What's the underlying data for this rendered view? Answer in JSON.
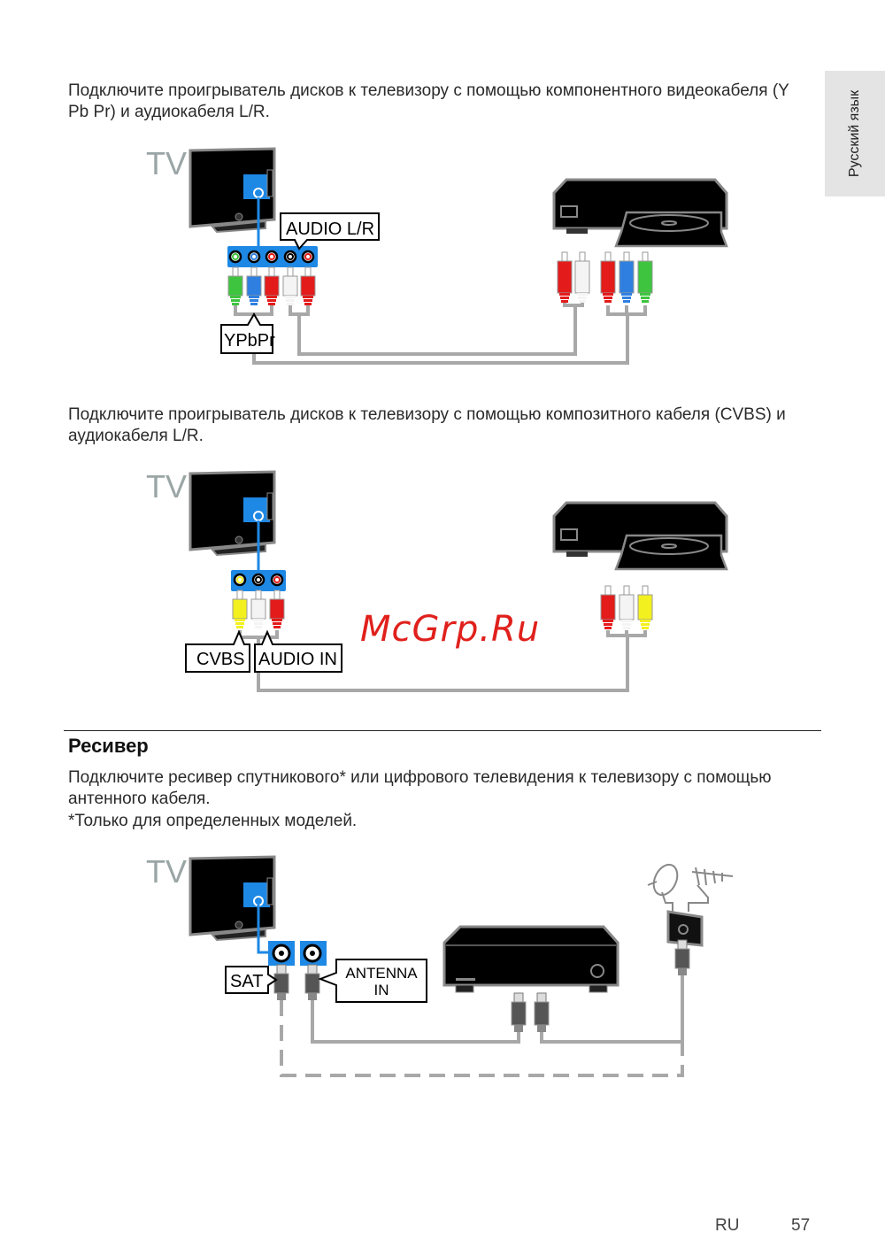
{
  "side_tab": {
    "label": "Русский язык"
  },
  "section1": {
    "text": "Подключите проигрыватель дисков к телевизору с помощью компонентного видеокабеля (Y Pb Pr) и аудиокабеля L/R.",
    "diagram": {
      "tv_label": "TV",
      "audio_label": "AUDIO L/R",
      "video_label": "YPbPr"
    }
  },
  "section2": {
    "text": "Подключите проигрыватель дисков к телевизору с помощью композитного кабеля (CVBS) и аудиокабеля L/R.",
    "diagram": {
      "tv_label": "TV",
      "video_label": "CVBS",
      "audio_label": "AUDIO IN"
    }
  },
  "watermark": "McGrp.Ru",
  "receiver": {
    "title": "Ресивер",
    "text": "Подключите ресивер спутникового* или цифрового телевидения к телевизору с помощью антенного кабеля.",
    "note": "*Только для определенных моделей.",
    "diagram": {
      "tv_label": "TV",
      "sat_label": "SAT",
      "antenna_label_1": "ANTENNA",
      "antenna_label_2": "IN"
    }
  },
  "footer": {
    "lang": "RU",
    "page": "57"
  }
}
